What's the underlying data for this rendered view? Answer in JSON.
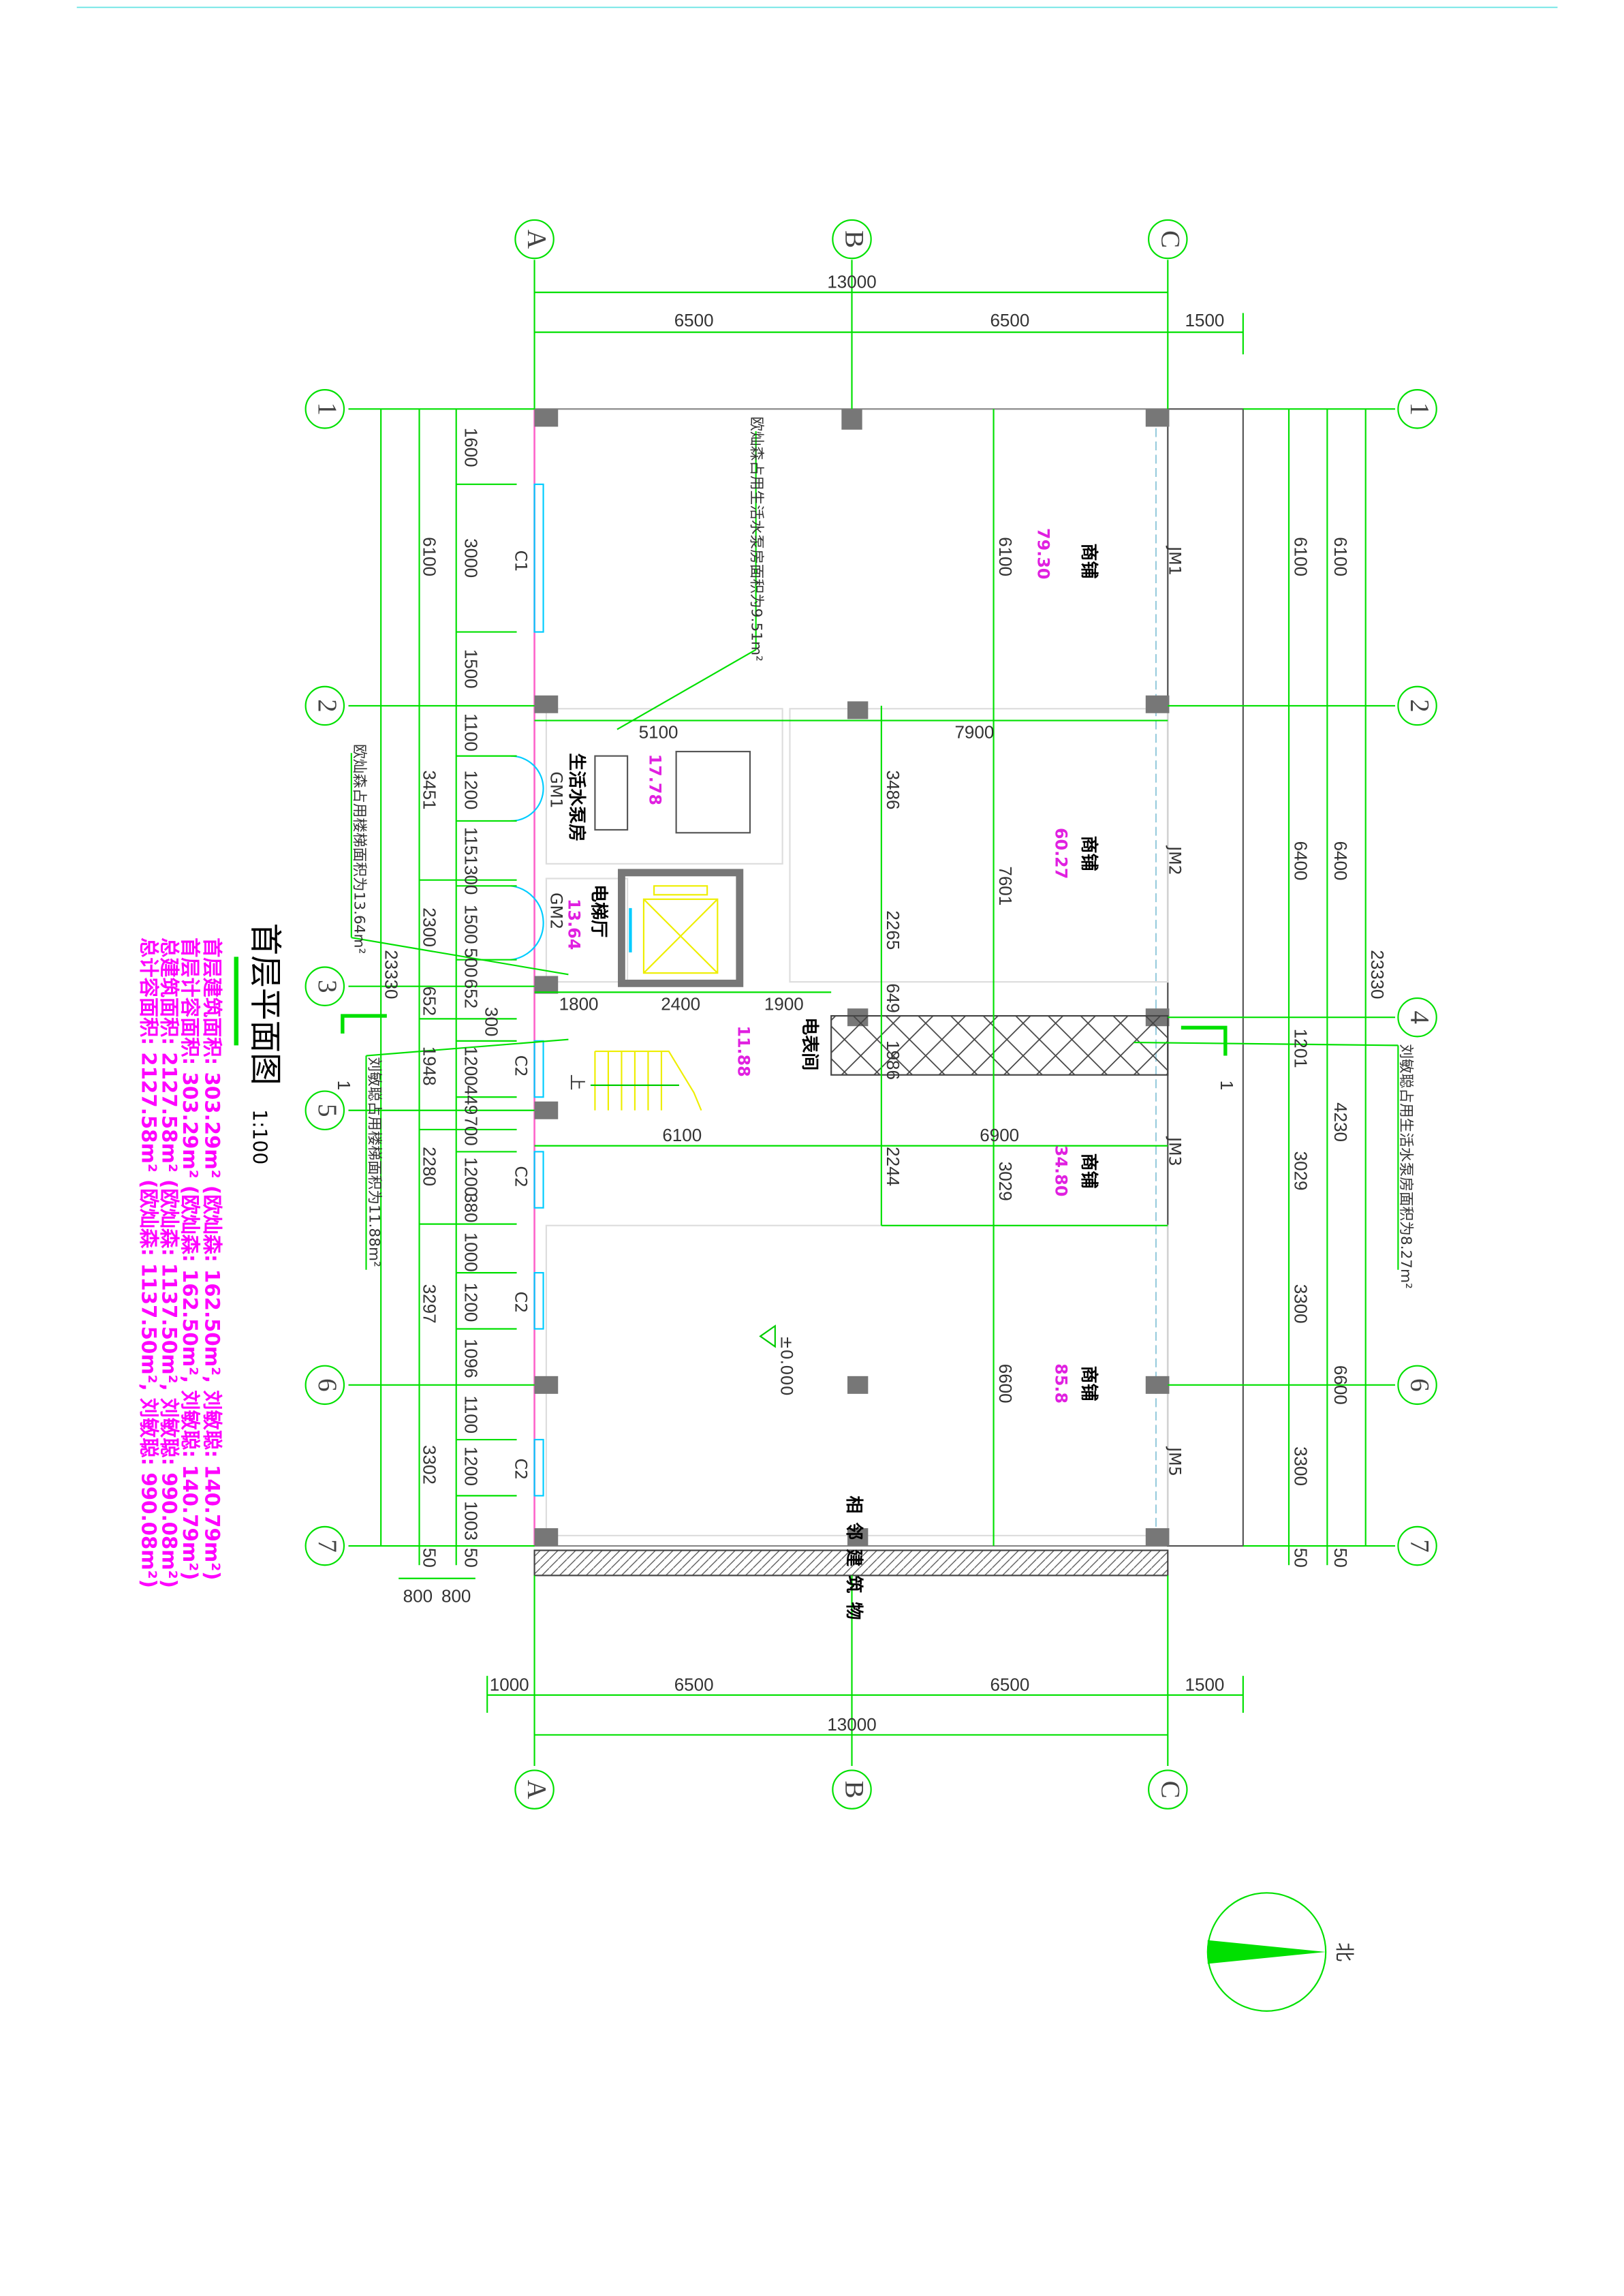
{
  "title": {
    "name": "首层平面图",
    "scale": "1:100"
  },
  "summary": [
    "首层建筑面积: 303.29m² (欧灿森: 162.50m², 刘敏聪: 140.79m²)",
    "首层计容面积: 303.29m² (欧灿森: 162.50m², 刘敏聪: 140.79m²)",
    "总建筑面积: 2127.58m² (欧灿森: 1137.50m², 刘敏聪: 990.08m²)",
    "总计容面积: 2127.58m² (欧灿森: 1137.50m², 刘敏聪: 990.08m²)"
  ],
  "axes": {
    "cols": [
      "A",
      "B",
      "C"
    ],
    "rows": [
      "1",
      "2",
      "3",
      "4",
      "5",
      "6",
      "7"
    ]
  },
  "dims": {
    "top": [
      "13000",
      "6500",
      "6500",
      "1500"
    ],
    "bottom": [
      "1000",
      "6500",
      "6500",
      "1500",
      "13000"
    ],
    "left_outer": [
      "6100",
      "3451",
      "2300",
      "652",
      "1948",
      "2280",
      "3297",
      "3302",
      "50",
      "23330"
    ],
    "left_inner": [
      "1600",
      "3000",
      "1500",
      "1100",
      "1200",
      "1151",
      "300",
      "1500",
      "500",
      "652",
      "300",
      "1200",
      "449",
      "700",
      "1200",
      "380",
      "1000",
      "1200",
      "1096",
      "1100",
      "1200",
      "1003",
      "50"
    ],
    "left_bottom": [
      "800",
      "800"
    ],
    "right_inner": [
      "6100",
      "6400",
      "1201",
      "3029",
      "3300",
      "3300",
      "50"
    ],
    "right_outer": [
      "6100",
      "6400",
      "4230",
      "6600",
      "50",
      "23330"
    ],
    "interior_v": [
      "6100",
      "7601",
      "3029",
      "6600",
      "3486",
      "2265",
      "649",
      "1986",
      "2244"
    ],
    "interior_h": [
      "5100",
      "7900",
      "1800",
      "2400",
      "1900",
      "6100",
      "6900"
    ]
  },
  "rooms": [
    {
      "name": "商铺",
      "area": "79.30"
    },
    {
      "name": "商铺",
      "area": "60.27"
    },
    {
      "name": "商铺",
      "area": "34.80"
    },
    {
      "name": "商铺",
      "area": "85.8"
    },
    {
      "name": "生活水泵房",
      "area": "17.78"
    },
    {
      "name": "电梯厅",
      "area": "13.64"
    },
    {
      "name": "电表间",
      "area": "11.88"
    }
  ],
  "tags": [
    "JM1",
    "JM2",
    "JM3",
    "JM5",
    "C1",
    "GM1",
    "GM2",
    "C2",
    "C2",
    "C2",
    "C2"
  ],
  "elevation": "±0.000",
  "stair_up": "上",
  "neighbor": "相邻建筑物",
  "notes": [
    "欧灿森占用生活水泵房面积为9.51m²",
    "欧灿森占用楼梯面积为13.64m²",
    "刘敏聪占用楼梯面积为11.88m²",
    "刘敏聪占用生活水泵房面积为8.27m²"
  ],
  "section_mark": "1",
  "north": "北",
  "colors": {
    "grid": "#00e000",
    "area": "#ff00ff",
    "window": "#00c8ff",
    "stair": "#ffff00"
  }
}
